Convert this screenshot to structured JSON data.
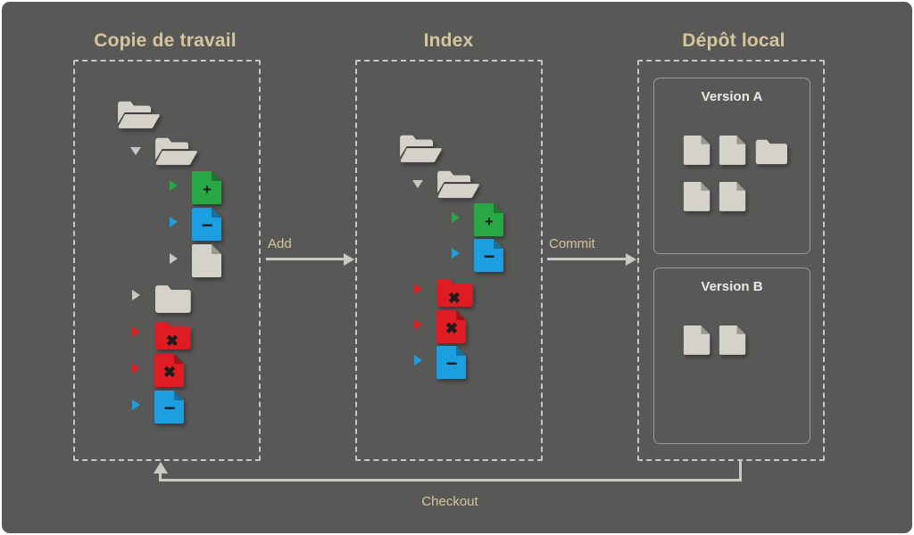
{
  "theme": {
    "panel_bg": "#585857",
    "page_bg": "#ffffff",
    "heading_color": "#d7c49e",
    "dashed_border": "#c8c8c4",
    "line_color": "#c9c9c5",
    "green": "#28a745",
    "blue": "#1b9fe0",
    "red": "#e01b22",
    "neutral": "#d5d3c9"
  },
  "columns": [
    {
      "id": "working-copy",
      "title": "Copie de travail"
    },
    {
      "id": "index",
      "title": "Index"
    },
    {
      "id": "local-repo",
      "title": "Dépôt local"
    }
  ],
  "working_copy": {
    "nodes": [
      {
        "indent": 0,
        "arrow": "none",
        "icon": "folder-open-icon",
        "badge": ""
      },
      {
        "indent": 1,
        "arrow": "down-grey",
        "icon": "folder-open-icon",
        "badge": ""
      },
      {
        "indent": 2,
        "arrow": "right-green",
        "icon": "file-added-icon",
        "badge": "+"
      },
      {
        "indent": 2,
        "arrow": "right-blue",
        "icon": "file-modified-icon",
        "badge": "−"
      },
      {
        "indent": 2,
        "arrow": "right-grey",
        "icon": "file-icon",
        "badge": ""
      },
      {
        "indent": 1,
        "arrow": "right-grey",
        "icon": "folder-icon",
        "badge": ""
      },
      {
        "indent": 1,
        "arrow": "right-red",
        "icon": "folder-deleted-icon",
        "badge": "✖"
      },
      {
        "indent": 1,
        "arrow": "right-red",
        "icon": "file-deleted-icon",
        "badge": "✖"
      },
      {
        "indent": 1,
        "arrow": "right-blue",
        "icon": "file-modified-icon",
        "badge": "−"
      }
    ]
  },
  "index_stage": {
    "nodes": [
      {
        "indent": 0,
        "arrow": "none",
        "icon": "folder-open-icon",
        "badge": ""
      },
      {
        "indent": 1,
        "arrow": "down-grey",
        "icon": "folder-open-icon",
        "badge": ""
      },
      {
        "indent": 2,
        "arrow": "right-green",
        "icon": "file-added-icon",
        "badge": "+"
      },
      {
        "indent": 2,
        "arrow": "right-blue",
        "icon": "file-modified-icon",
        "badge": "−"
      },
      {
        "indent": 1,
        "arrow": "right-red",
        "icon": "folder-deleted-icon",
        "badge": "✖"
      },
      {
        "indent": 1,
        "arrow": "right-red",
        "icon": "file-deleted-icon",
        "badge": "✖"
      },
      {
        "indent": 1,
        "arrow": "right-blue",
        "icon": "file-modified-icon",
        "badge": "−"
      }
    ]
  },
  "local_repo": {
    "versions": [
      {
        "id": "version-a",
        "title": "Version A",
        "rows": [
          [
            "file-icon",
            "file-icon",
            "folder-icon"
          ],
          [
            "file-icon",
            "file-icon"
          ]
        ]
      },
      {
        "id": "version-b",
        "title": "Version B",
        "rows": [
          [
            "file-icon",
            "file-icon"
          ]
        ]
      }
    ]
  },
  "flows": {
    "add": "Add",
    "commit": "Commit",
    "checkout": "Checkout"
  }
}
